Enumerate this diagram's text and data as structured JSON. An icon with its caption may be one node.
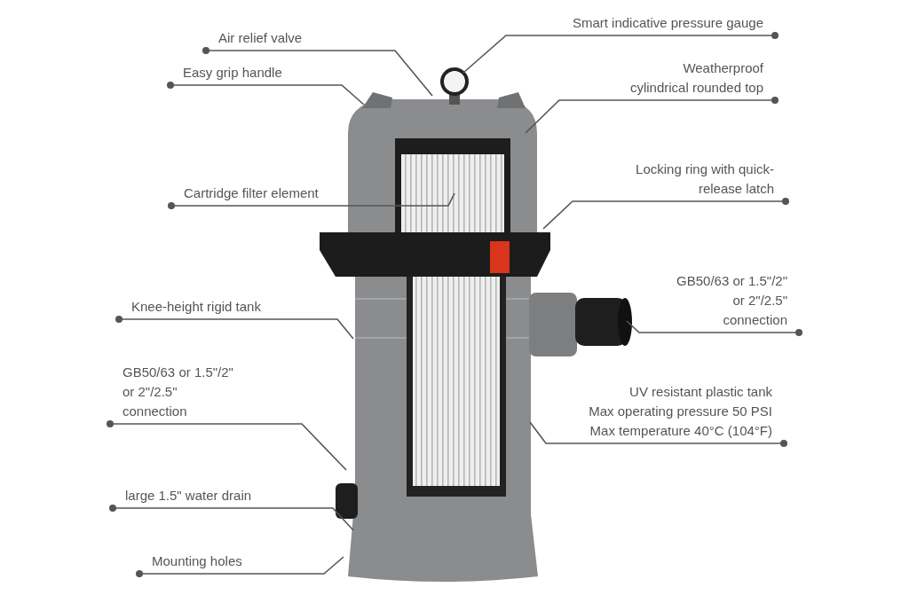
{
  "diagram": {
    "nodes": [
      {
        "text": [
          "Air relief valve"
        ]
      },
      {
        "text": [
          "Smart indicative pressure gauge"
        ]
      },
      {
        "text": [
          "Easy grip handle"
        ]
      },
      {
        "text": [
          "Weatherproof cylindrical rounded top"
        ]
      },
      {
        "text": [
          "Cartridge filter element"
        ]
      },
      {
        "text": [
          "Locking ring with quick-release latch"
        ]
      },
      {
        "text": [
          "Knee-height rigid tank"
        ]
      },
      {
        "text": [
          "GB50/63 or 1.5\"/2\" or 2\"/2.5\" connection"
        ]
      },
      {
        "text": [
          "GB50/63 or 1.5\"/2\" or 2\"/2.5\" connection"
        ]
      },
      {
        "text": [
          "UV resistant plastic tank",
          "Max operating pressure 50 PSI",
          "Max temperature 40°C (104°F)"
        ]
      },
      {
        "text": [
          "large 1.5\" water drain"
        ]
      },
      {
        "text": [
          "Mounting holes"
        ]
      }
    ],
    "edges": [
      {
        "from": 0,
        "to": null,
        "arrow": "other"
      },
      {
        "from": 1,
        "to": null,
        "arrow": "other"
      },
      {
        "from": 2,
        "to": null,
        "arrow": "other"
      },
      {
        "from": 3,
        "to": null,
        "arrow": "other"
      },
      {
        "from": 4,
        "to": null,
        "arrow": "other"
      },
      {
        "from": 5,
        "to": null,
        "arrow": "other"
      },
      {
        "from": 6,
        "to": null,
        "arrow": "other"
      },
      {
        "from": 7,
        "to": null,
        "arrow": "other"
      },
      {
        "from": 8,
        "to": null,
        "arrow": "other"
      },
      {
        "from": 9,
        "to": null,
        "arrow": "other"
      },
      {
        "from": 10,
        "to": null,
        "arrow": "other"
      },
      {
        "from": 11,
        "to": null,
        "arrow": "other"
      }
    ]
  }
}
